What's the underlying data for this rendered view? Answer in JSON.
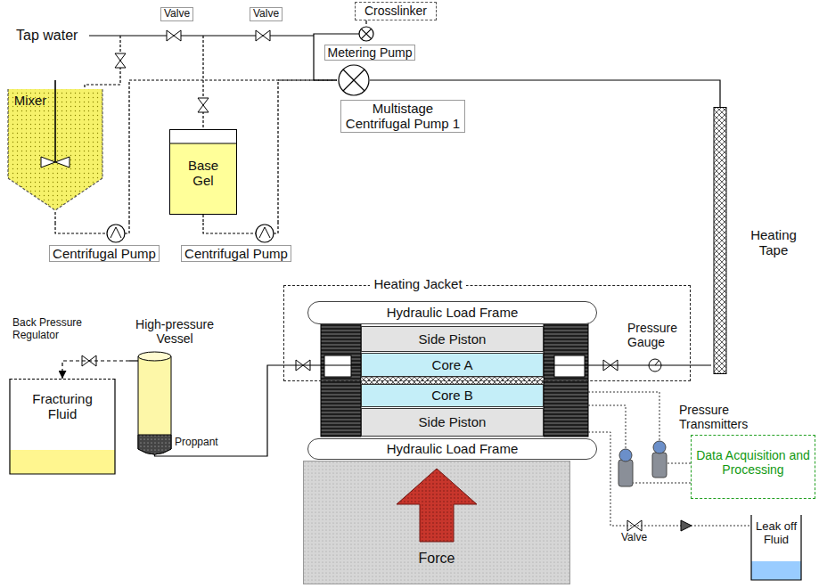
{
  "diagram": {
    "nodes": [
      {
        "text": [
          "Crosslinker"
        ]
      },
      {
        "text": [
          "Metering Pump"
        ]
      },
      {
        "text": [
          "Mixer"
        ]
      },
      {
        "text": [
          "Base Gel"
        ]
      },
      {
        "text": [
          "Multistage Centrifugal Pump 1"
        ]
      },
      {
        "text": [
          "Centrifugal Pump"
        ]
      },
      {
        "text": [
          "Centrifugal Pump"
        ]
      },
      {
        "text": [
          "Heating Tape"
        ]
      },
      {
        "text": [
          "Heating Jacket"
        ]
      },
      {
        "text": [
          "Hydraulic Load Frame"
        ],
        "in": 8
      },
      {
        "text": [
          "Side Piston"
        ],
        "in": 8
      },
      {
        "text": [
          "Core A"
        ],
        "in": 8
      },
      {
        "text": [
          "Core B"
        ]
      },
      {
        "text": [
          "Side Piston"
        ]
      },
      {
        "text": [
          "Hydraulic Load Frame"
        ]
      },
      {
        "text": [
          "Force"
        ]
      },
      {
        "text": [
          "High-pressure Vessel"
        ]
      },
      {
        "text": [
          "Fracturing Fluid"
        ]
      },
      {
        "text": [
          "Data Acquisition and Processing"
        ]
      },
      {
        "text": [
          "Leak off Fluid"
        ]
      }
    ],
    "edges": [
      {
        "from": 0,
        "to": 1,
        "arrow": "none"
      },
      {
        "from": 1,
        "to": 4,
        "arrow": "none"
      },
      {
        "from": 2,
        "to": 5,
        "arrow": "none"
      },
      {
        "from": 3,
        "to": 6,
        "arrow": "none"
      },
      {
        "from": 5,
        "to": 4,
        "arrow": "none"
      },
      {
        "from": 6,
        "to": 4,
        "arrow": "none"
      },
      {
        "from": 4,
        "to": 7,
        "arrow": "none"
      },
      {
        "from": 7,
        "to": 11,
        "arrow": "none"
      },
      {
        "from": 16,
        "to": 11,
        "arrow": "none"
      },
      {
        "from": 16,
        "to": 17,
        "arrow": "to"
      }
    ],
    "labels": [
      "Tap water",
      "Valve",
      "Valve",
      "Back Pressure Regulator",
      "Proppant",
      "Pressure Gauge",
      "Pressure Transmitters",
      "Valve"
    ]
  }
}
